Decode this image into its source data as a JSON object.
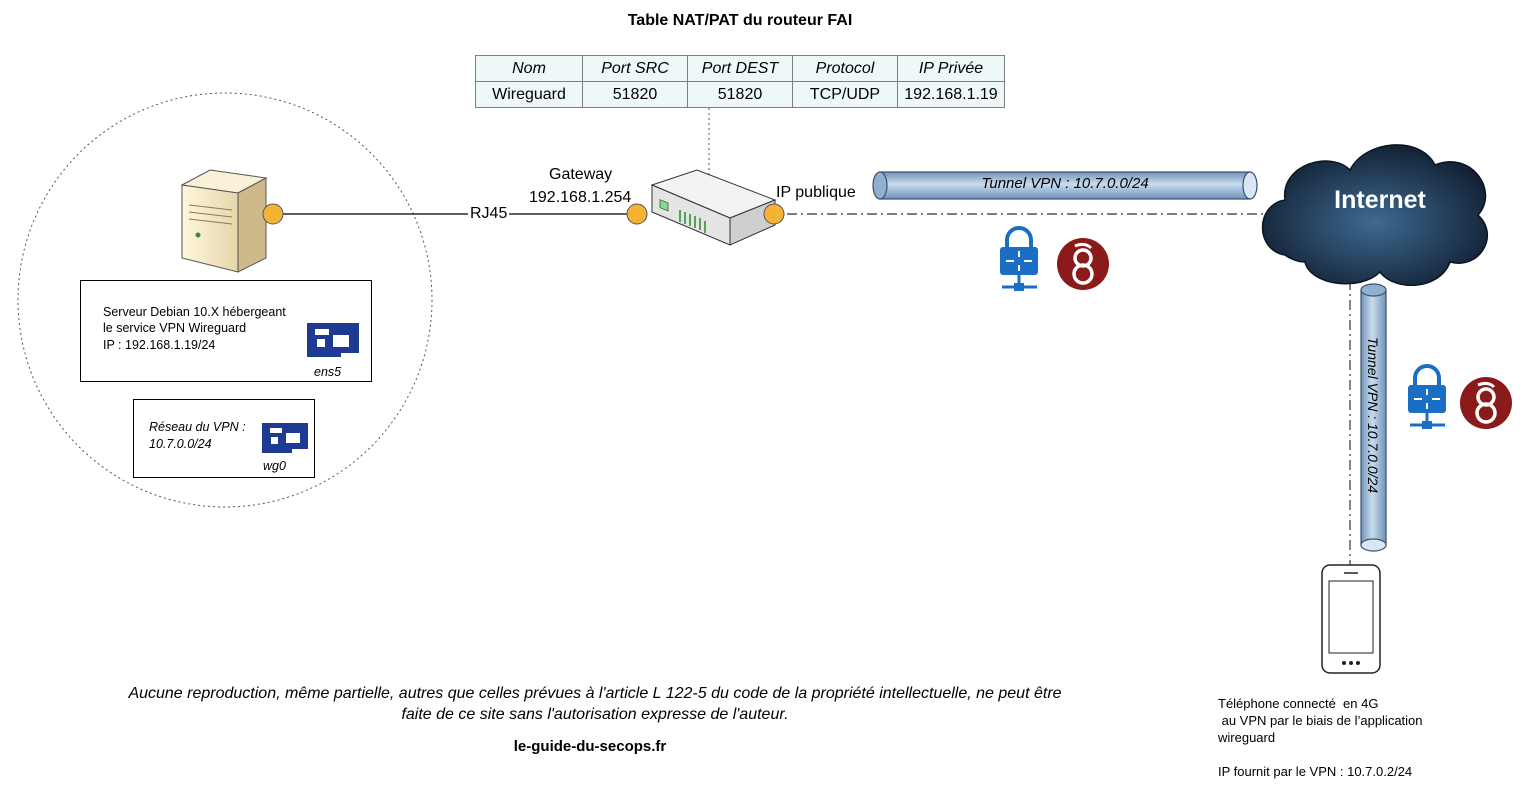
{
  "nat_table": {
    "title": "Table NAT/PAT du routeur FAI",
    "headers": [
      "Nom",
      "Port SRC",
      "Port DEST",
      "Protocol",
      "IP Privée"
    ],
    "rows": [
      [
        "Wireguard",
        "51820",
        "51820",
        "TCP/UDP",
        "192.168.1.19"
      ]
    ]
  },
  "router": {
    "gateway_label": "Gateway",
    "gateway_ip": "192.168.1.254",
    "public_label": "IP publique"
  },
  "link": {
    "label": "RJ45"
  },
  "server": {
    "desc_line1": "Serveur Debian 10.X hébergeant",
    "desc_line2": "le service VPN Wireguard",
    "desc_line3": "IP : 192.168.1.19/24",
    "nic_name": "ens5"
  },
  "vpn_net": {
    "line1": "Réseau du VPN :",
    "line2": "10.7.0.0/24",
    "nic_name": "wg0"
  },
  "tunnels": {
    "horizontal": "Tunnel VPN : 10.7.0.0/24",
    "vertical": "Tunnel VPN : 10.7.0.0/24"
  },
  "cloud": {
    "label": "Internet"
  },
  "phone": {
    "line1": "Téléphone connecté  en 4G",
    "line2": " au VPN par le biais de l’application",
    "line3": "wireguard",
    "line4": "IP fournit par le VPN : 10.7.0.2/24"
  },
  "footer": {
    "line1": "Aucune reproduction, même partielle, autres que celles prévues à l'article L 122-5 du code de la propriété intellectuelle, ne peut être",
    "line2": "faite de ce site sans l'autorisation expresse de l'auteur.",
    "site": "le-guide-du-secops.fr"
  },
  "colors": {
    "port": "#f5b335",
    "tunnel": "#9dbfe0",
    "vpn_lock": "#1a6fc4",
    "wireguard": "#8b1a1a",
    "nic": "#1f3a93",
    "cloud": "#2a3d57"
  },
  "icons": [
    "server-icon",
    "router-icon",
    "cloud-icon",
    "vpn-lock-icon",
    "wireguard-icon",
    "nic-card-icon",
    "smartphone-icon"
  ]
}
